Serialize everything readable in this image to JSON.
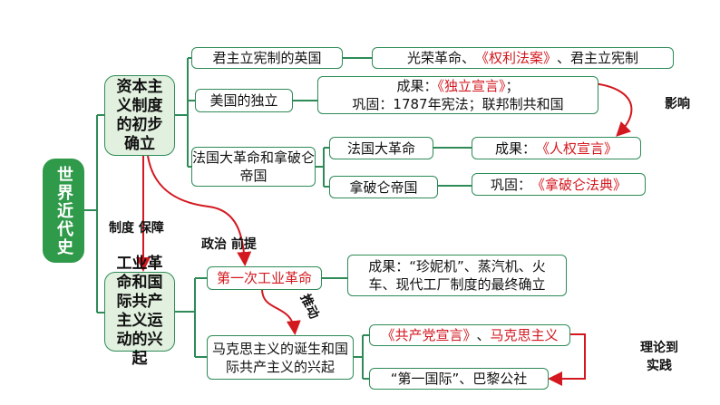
{
  "root": "世界近代史",
  "branch1": {
    "title": "资本主义制度的初步确立",
    "britain": {
      "label": "君主立宪制的英国",
      "detail_a": "光荣革命、",
      "detail_b": "《权利法案》",
      "detail_c": "、君主立宪制"
    },
    "usa": {
      "label": "美国的独立",
      "line1_a": "成果：",
      "line1_b": "《独立宣言》",
      "line1_c": "；",
      "line2": "巩固：1787年宪法；联邦制共和国"
    },
    "france": {
      "label": "法国大革命和拿破仑帝国",
      "rev": "法国大革命",
      "rev_a": "成果：",
      "rev_b": "《人权宣言》",
      "nap": "拿破仑帝国",
      "nap_a": "巩固：",
      "nap_b": "《拿破仑法典》"
    }
  },
  "branch2": {
    "title": "工业革命和国际共产主义运动的兴起",
    "ir": {
      "label": "第一次工业革命",
      "detail": "成果：“珍妮机”、蒸汽机、火车、现代工厂制度的最终确立"
    },
    "marx": {
      "label": "马克思主义的诞生和国际共产主义的兴起",
      "a": "《共产党宣言》",
      "b": "、",
      "c": "马克思主义",
      "d": "“第一国际”、巴黎公社"
    }
  },
  "labels": {
    "influence": "影响",
    "system": "制度 保障",
    "politics": "政治 前提",
    "push": "推动",
    "theory": "理论到实践"
  },
  "colors": {
    "green": "#2e8b57",
    "red": "#d3181f",
    "root_fill": "#2f9a4a",
    "lv1_fill": "#e2f0df"
  }
}
